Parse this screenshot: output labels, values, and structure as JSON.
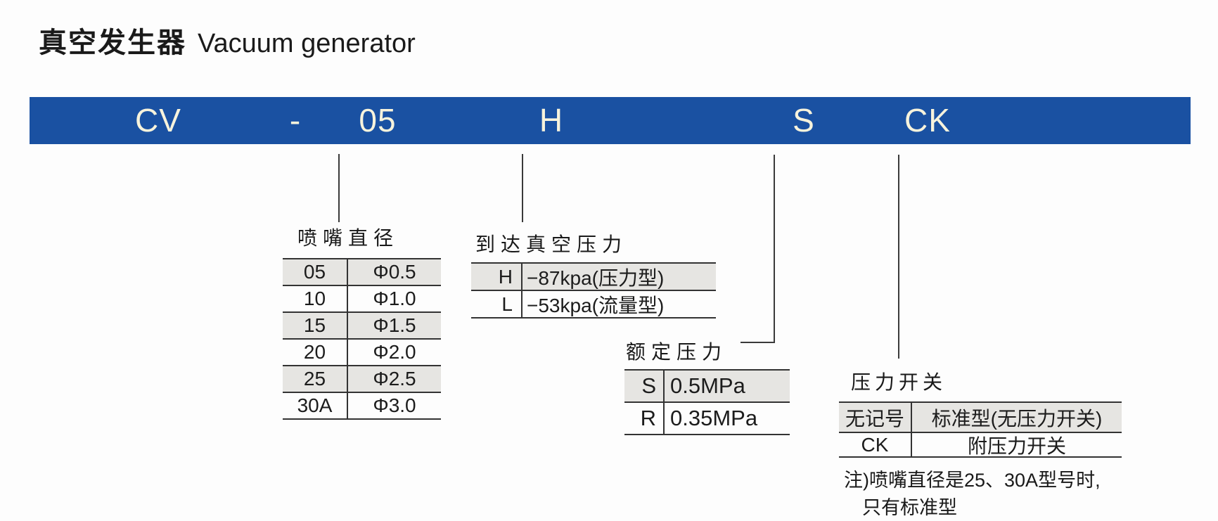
{
  "page": {
    "title_cn": "真空发生器",
    "title_en": "Vacuum generator"
  },
  "model_code": {
    "segments": [
      {
        "text": "CV"
      },
      {
        "text": "-"
      },
      {
        "text": "05"
      },
      {
        "text": "H"
      },
      {
        "text": "S"
      },
      {
        "text": "CK"
      }
    ]
  },
  "sections": [
    {
      "id": "nozzle-diameter",
      "label": "喷嘴直径",
      "rows": [
        {
          "code": "05",
          "value": "Φ0.5",
          "shaded": true
        },
        {
          "code": "10",
          "value": "Φ1.0",
          "shaded": false
        },
        {
          "code": "15",
          "value": "Φ1.5",
          "shaded": true
        },
        {
          "code": "20",
          "value": "Φ2.0",
          "shaded": false
        },
        {
          "code": "25",
          "value": "Φ2.5",
          "shaded": true
        },
        {
          "code": "30A",
          "value": "Φ3.0",
          "shaded": false
        }
      ]
    },
    {
      "id": "vacuum-pressure",
      "label": "到达真空压力",
      "rows": [
        {
          "code": "H",
          "value": "−87kpa(压力型)",
          "shaded": true
        },
        {
          "code": "L",
          "value": "−53kpa(流量型)",
          "shaded": false
        }
      ]
    },
    {
      "id": "rated-pressure",
      "label": "额定压力",
      "rows": [
        {
          "code": "S",
          "value": "0.5MPa",
          "shaded": true
        },
        {
          "code": "R",
          "value": "0.35MPa",
          "shaded": false
        }
      ]
    },
    {
      "id": "pressure-switch",
      "label": "压力开关",
      "rows": [
        {
          "code": "无记号",
          "value": "标准型(无压力开关)",
          "shaded": true
        },
        {
          "code": "CK",
          "value": "附压力开关",
          "shaded": false
        }
      ]
    }
  ],
  "note": {
    "line1": "注)喷嘴直径是25、30A型号时,",
    "line2": "只有标准型"
  },
  "colors": {
    "banner_bg": "#1a51a2",
    "banner_text": "#f7f3dc",
    "row_shade": "#e6e5e2",
    "line": "#333333",
    "text": "#1c1c1c"
  }
}
